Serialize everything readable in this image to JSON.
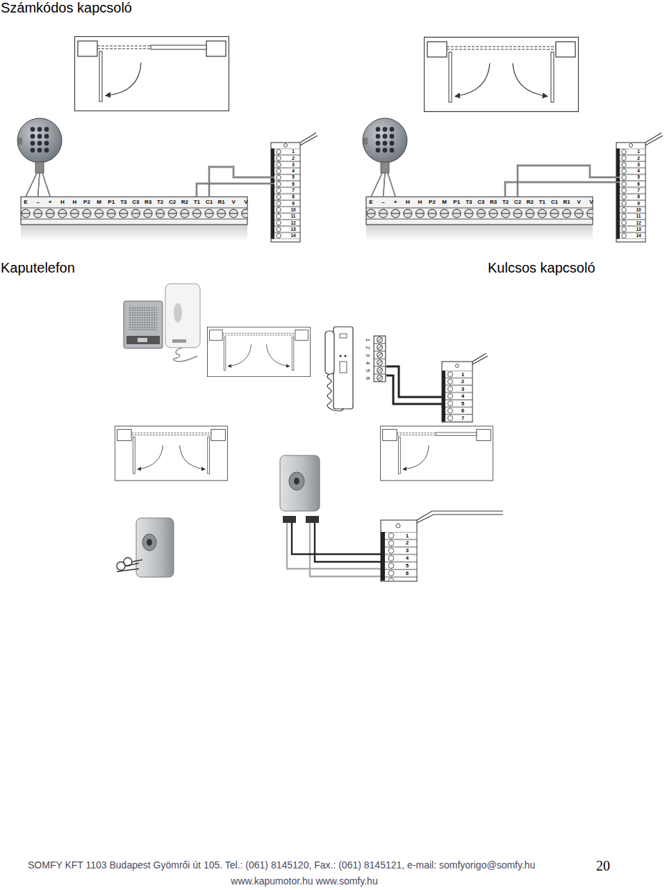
{
  "diagram": {
    "labels": [
      "Számkódos kapcsoló",
      "E",
      "–",
      "+",
      "H",
      "H",
      "P2",
      "M",
      "P1",
      "T3",
      "C3",
      "R3",
      "T2",
      "C2",
      "R2",
      "T1",
      "C1",
      "R1",
      "V",
      "V",
      "1",
      "2",
      "3",
      "4",
      "5",
      "6",
      "7",
      "8",
      "9",
      "10",
      "11",
      "12",
      "13",
      "14",
      "E",
      "–",
      "+",
      "H",
      "H",
      "P2",
      "M",
      "P1",
      "T3",
      "C3",
      "R3",
      "T2",
      "C2",
      "R2",
      "T1",
      "C1",
      "R1",
      "V",
      "V",
      "1",
      "2",
      "3",
      "4",
      "5",
      "6",
      "7",
      "8",
      "9",
      "10",
      "11",
      "12",
      "13",
      "14",
      "Kaputelefon",
      "Kulcsos kapcsoló",
      "1",
      "2",
      "3",
      "4",
      "5",
      "6",
      "1",
      "2",
      "3",
      "4",
      "5",
      "6",
      "7",
      "1",
      "2",
      "3",
      "4",
      "5",
      "6",
      "SOMFY KFT 1103 Budapest Gyömrői út 105. Tel.: (061) 8145120, Fax.: (061) 8145121, e-mail: somfyorigo@somfy.hu",
      "www.kapumotor.hu www.somfy.hu",
      "20"
    ]
  }
}
